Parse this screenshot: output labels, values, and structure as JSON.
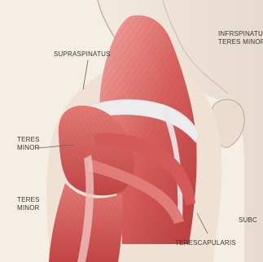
{
  "labels": {
    "supraspinatus": "SUPRASPINATUS",
    "infraspinatus_line1": "INFRSPINATUS",
    "infraspinatus_line2": "TERES MINOR",
    "teres_minor_1_line1": "TERES",
    "teres_minor_1_line2": "MINOR",
    "teres_minor_2_line1": "TERES",
    "teres_minor_2_line2": "MINOR",
    "subc": "SUBC",
    "terescapularis": "TERESCAPULARIS"
  },
  "colors": {
    "background": "#f4eee5",
    "skin": "#efe3d6",
    "muscle_dark": "#c94a4a",
    "muscle_light": "#e98a86",
    "tendon": "#eeeeee",
    "outline": "#b8aaa0"
  }
}
